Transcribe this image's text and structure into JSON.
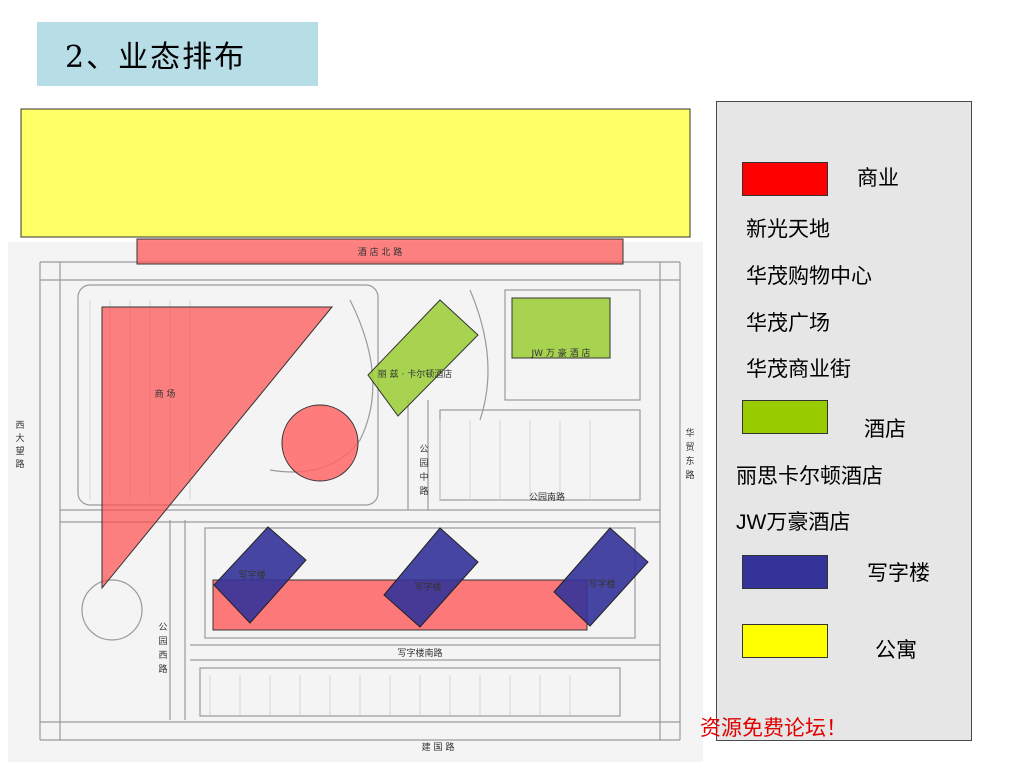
{
  "title": "2、业态排布",
  "plan": {
    "streets": {
      "hotel_north_road": "酒 店 北 路",
      "west_dawang_road": [
        "西",
        "大",
        "望",
        "路"
      ],
      "huamao_east_road": [
        "华",
        "贸",
        "东",
        "路"
      ],
      "park_middle_road": [
        "公",
        "园",
        "中",
        "路"
      ],
      "park_south_road": "公园南路",
      "park_west_road": [
        "公",
        "园",
        "西",
        "路"
      ],
      "office_south_road": "写字楼南路",
      "jianguo_road": "建 国 路"
    },
    "labels": {
      "mall": "商 场",
      "ritz": "丽 兹 · 卡尔顿酒店",
      "jw": "JW 万 豪 酒 店",
      "office": "写字楼"
    }
  },
  "legend": {
    "colors": {
      "commercial": "#ff0000",
      "hotel": "#99cc00",
      "office": "#333399",
      "apartment": "#ffff00"
    },
    "commercial_label": "商业",
    "commercial_items": [
      "新光天地",
      "华茂购物中心",
      "华茂广场",
      "华茂商业街"
    ],
    "hotel_label": "酒店",
    "hotel_items": [
      "丽思卡尔顿酒店",
      "JW万豪酒店"
    ],
    "office_label": "写字楼",
    "apartment_label": "公寓"
  },
  "footer": "资源免费论坛！"
}
